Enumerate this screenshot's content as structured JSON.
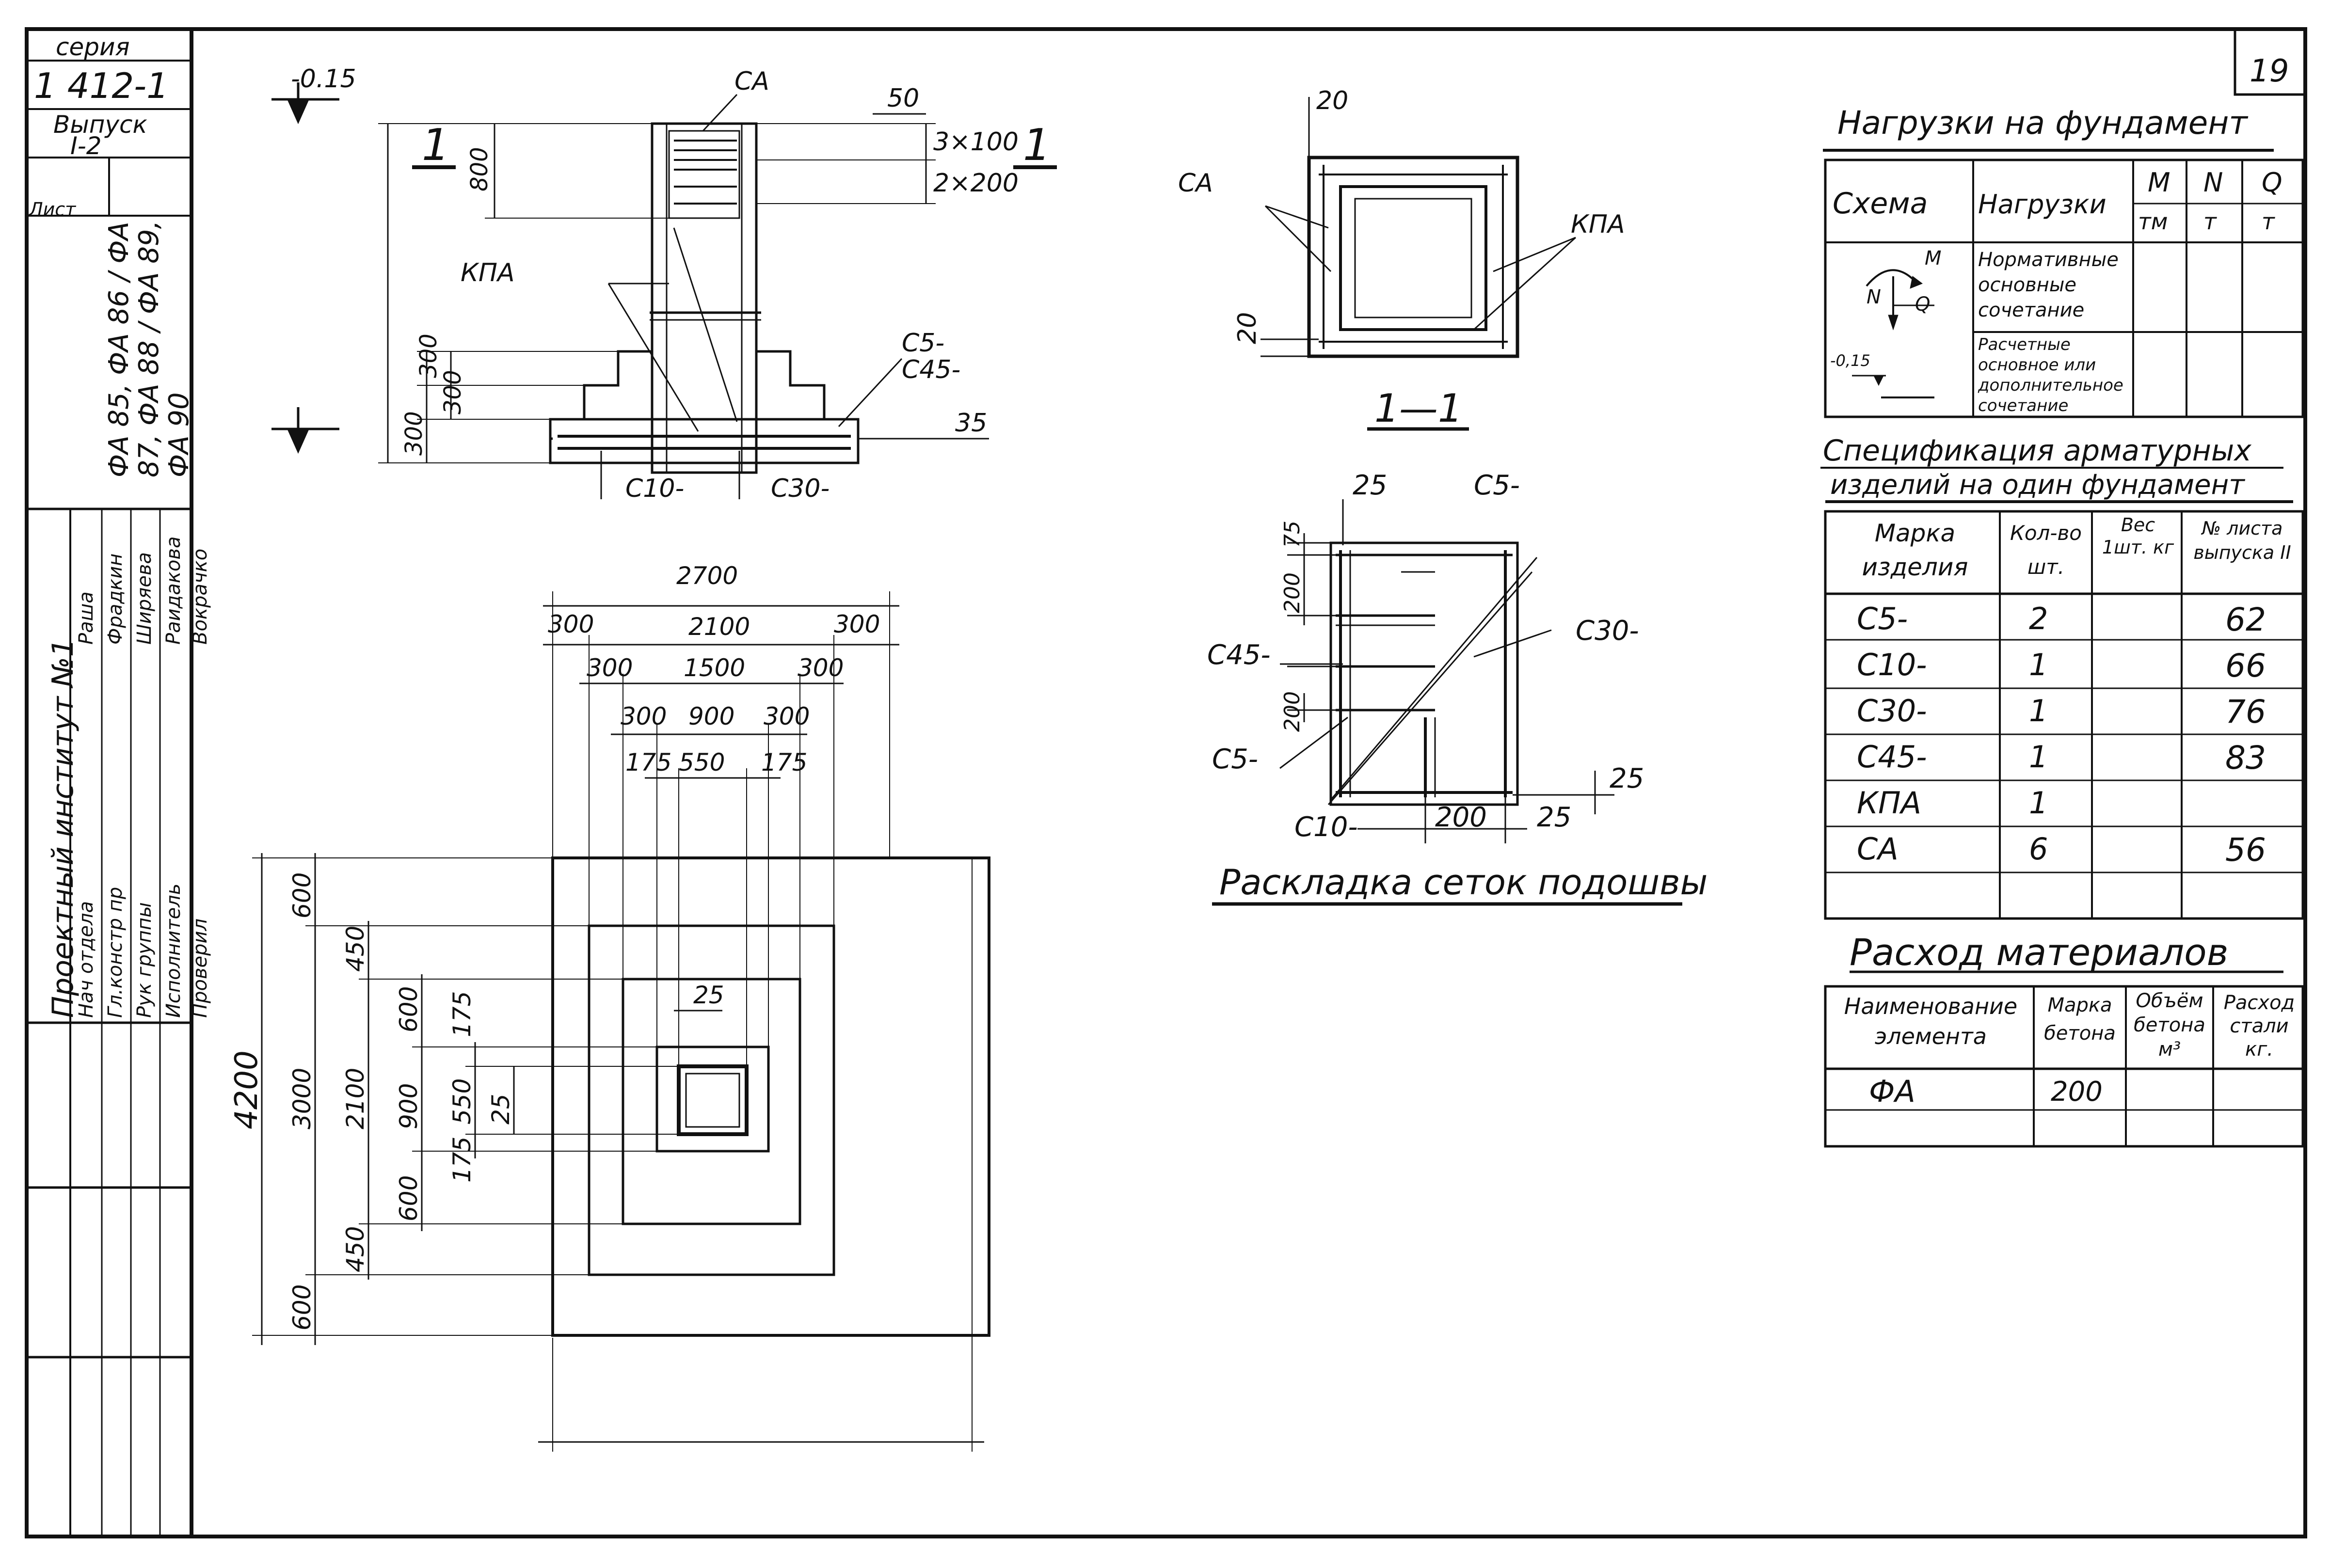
{
  "sheet_number": "19",
  "stamp": {
    "series_label": "серия",
    "series_value": "1 412-1",
    "issue_label": "Выпуск",
    "issue_value": "I-2",
    "sheet_label": "Лист",
    "marks": "ФА 85, ФА 86 / ФА 87, ФА 88 / ФА 89, ФА 90",
    "institute": "Проектный институт №1",
    "roles": [
      "Нач отдела",
      "Гл.констр пр",
      "Рук группы",
      "Исполнитель",
      "Проверил"
    ],
    "names": [
      "Раша",
      "Фрадкин",
      "Ширяева",
      "Раидакова",
      "Вокрачко"
    ]
  },
  "section_view": {
    "label_1_left": "1",
    "label_1_right": "1",
    "level_top": "-0.15",
    "ca": "СА",
    "kpa": "КПА",
    "c5": "С5-",
    "c45": "С45-",
    "c10": "С10-",
    "c30": "С30-",
    "dim_50": "50",
    "dim_3x100": "3×100",
    "dim_2x200": "2×200",
    "dim_800": "800",
    "dim_300a": "300",
    "dim_300b": "300",
    "dim_300c": "300",
    "dim_35": "35"
  },
  "column_section": {
    "ca": "СА",
    "kpa": "КПА",
    "dim_20_top": "20",
    "dim_20_side": "20",
    "title": "1—1"
  },
  "mesh_layout": {
    "c5_top": "С5-",
    "c45": "С45-",
    "c30": "С30-",
    "c5_bottom": "С5-",
    "c10": "С10-",
    "dim_25_top": "25",
    "dim_75": "75",
    "dim_200a": "200",
    "dim_200b": "200",
    "dim_200_bottom": "200",
    "dim_25_bottom": "25",
    "dim_25_right": "25",
    "title": "Раскладка сеток подошвы"
  },
  "plan_view": {
    "top_dims": [
      "2700",
      "300",
      "2100",
      "300",
      "300",
      "1500",
      "300",
      "300",
      "900",
      "300",
      "175",
      "550",
      "175"
    ],
    "left_dims": [
      "4200",
      "3000",
      "600",
      "450",
      "2100",
      "600",
      "175",
      "900",
      "550",
      "25",
      "600",
      "175",
      "450",
      "600"
    ],
    "inner_25": "25"
  },
  "loads_table": {
    "title": "Нагрузки на фундамент",
    "headers": [
      "Схема",
      "Нагрузки",
      "M",
      "N",
      "Q"
    ],
    "units": [
      "",
      "",
      "тм",
      "т",
      "т"
    ],
    "rows": [
      "Нормативные основные сочетание",
      "Расчетные основное или дополнительное сочетание"
    ],
    "scheme_labels": {
      "m": "M",
      "n": "N",
      "q": "Q",
      "level": "-0,15"
    }
  },
  "spec_table": {
    "title_line1": "Спецификация арматурных",
    "title_line2": "изделий на один фундамент",
    "headers": [
      "Марка изделия",
      "Кол-во шт.",
      "Вес 1шт. кг",
      "№ листа выпуска II"
    ],
    "rows": [
      {
        "mark": "С5-",
        "qty": "2",
        "weight": "",
        "sheet": "62"
      },
      {
        "mark": "С10-",
        "qty": "1",
        "weight": "",
        "sheet": "66"
      },
      {
        "mark": "С30-",
        "qty": "1",
        "weight": "",
        "sheet": "76"
      },
      {
        "mark": "С45-",
        "qty": "1",
        "weight": "",
        "sheet": "83"
      },
      {
        "mark": "КПА",
        "qty": "1",
        "weight": "",
        "sheet": ""
      },
      {
        "mark": "СА",
        "qty": "6",
        "weight": "",
        "sheet": "56"
      }
    ]
  },
  "materials_table": {
    "title": "Расход материалов",
    "headers": [
      "Наименование элемента",
      "Марка бетона",
      "Объём бетона м³",
      "Расход стали кг."
    ],
    "rows": [
      {
        "name": "ФА",
        "grade": "200",
        "volume": "",
        "steel": ""
      }
    ]
  }
}
